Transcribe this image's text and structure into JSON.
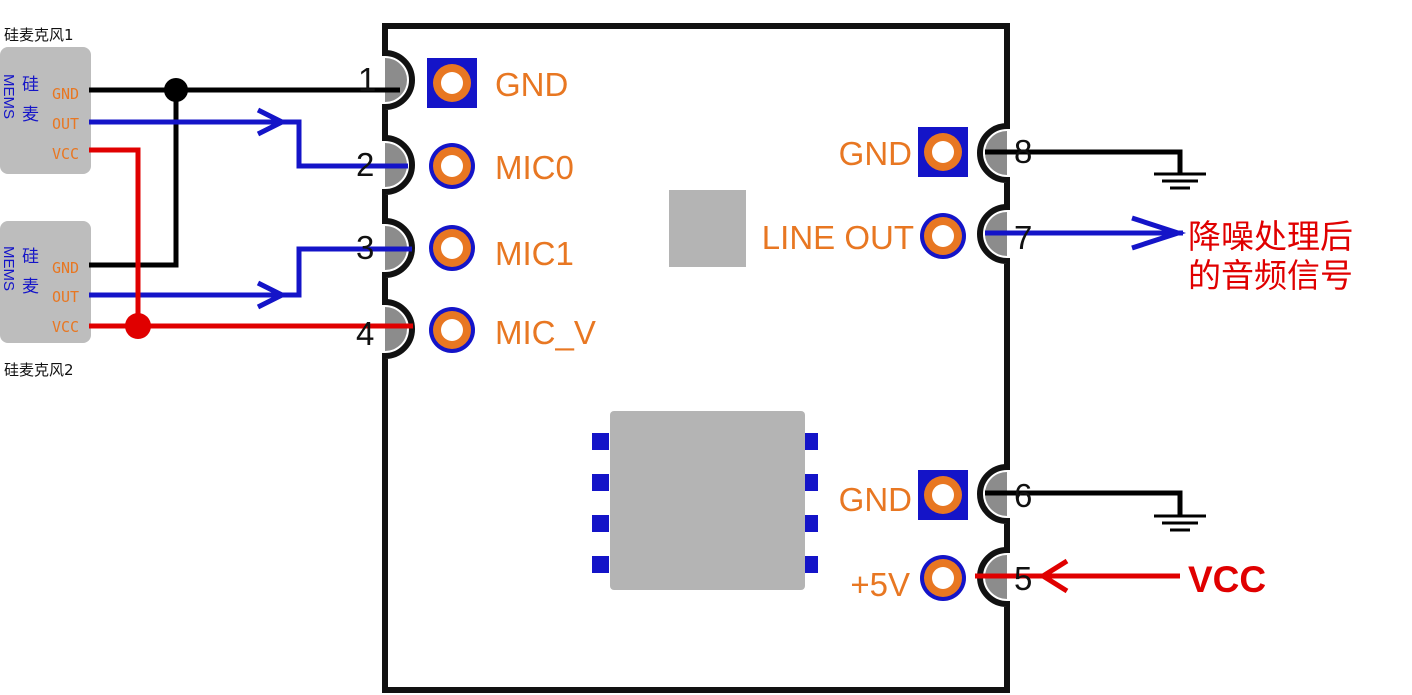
{
  "microphones": [
    {
      "caption": "硅麦克风1",
      "chip_label_line1": "硅",
      "chip_label_line2": "麦",
      "chip_label_vertical": "MEMS",
      "pins": [
        "GND",
        "OUT",
        "VCC"
      ]
    },
    {
      "caption": "硅麦克风2",
      "chip_label_line1": "硅",
      "chip_label_line2": "麦",
      "chip_label_vertical": "MEMS",
      "pins": [
        "GND",
        "OUT",
        "VCC"
      ]
    }
  ],
  "module": {
    "left_pins": [
      {
        "number": "1",
        "label": "GND"
      },
      {
        "number": "2",
        "label": "MIC0"
      },
      {
        "number": "3",
        "label": "MIC1"
      },
      {
        "number": "4",
        "label": "MIC_V"
      }
    ],
    "right_pins": [
      {
        "number": "8",
        "label": "GND"
      },
      {
        "number": "7",
        "label": "LINE OUT"
      },
      {
        "number": "6",
        "label": "GND"
      },
      {
        "number": "5",
        "label": "+5V"
      }
    ]
  },
  "output_signal": {
    "line1": "降噪处理后",
    "line2": "的音频信号"
  },
  "supply": {
    "label": "VCC"
  },
  "colors": {
    "ground_wire": "#000000",
    "signal_wire": "#1414c8",
    "power_wire": "#e00000",
    "pin_label": "#e87722",
    "pad_ring": "#e87722",
    "component_gray": "#b4b4b4"
  }
}
